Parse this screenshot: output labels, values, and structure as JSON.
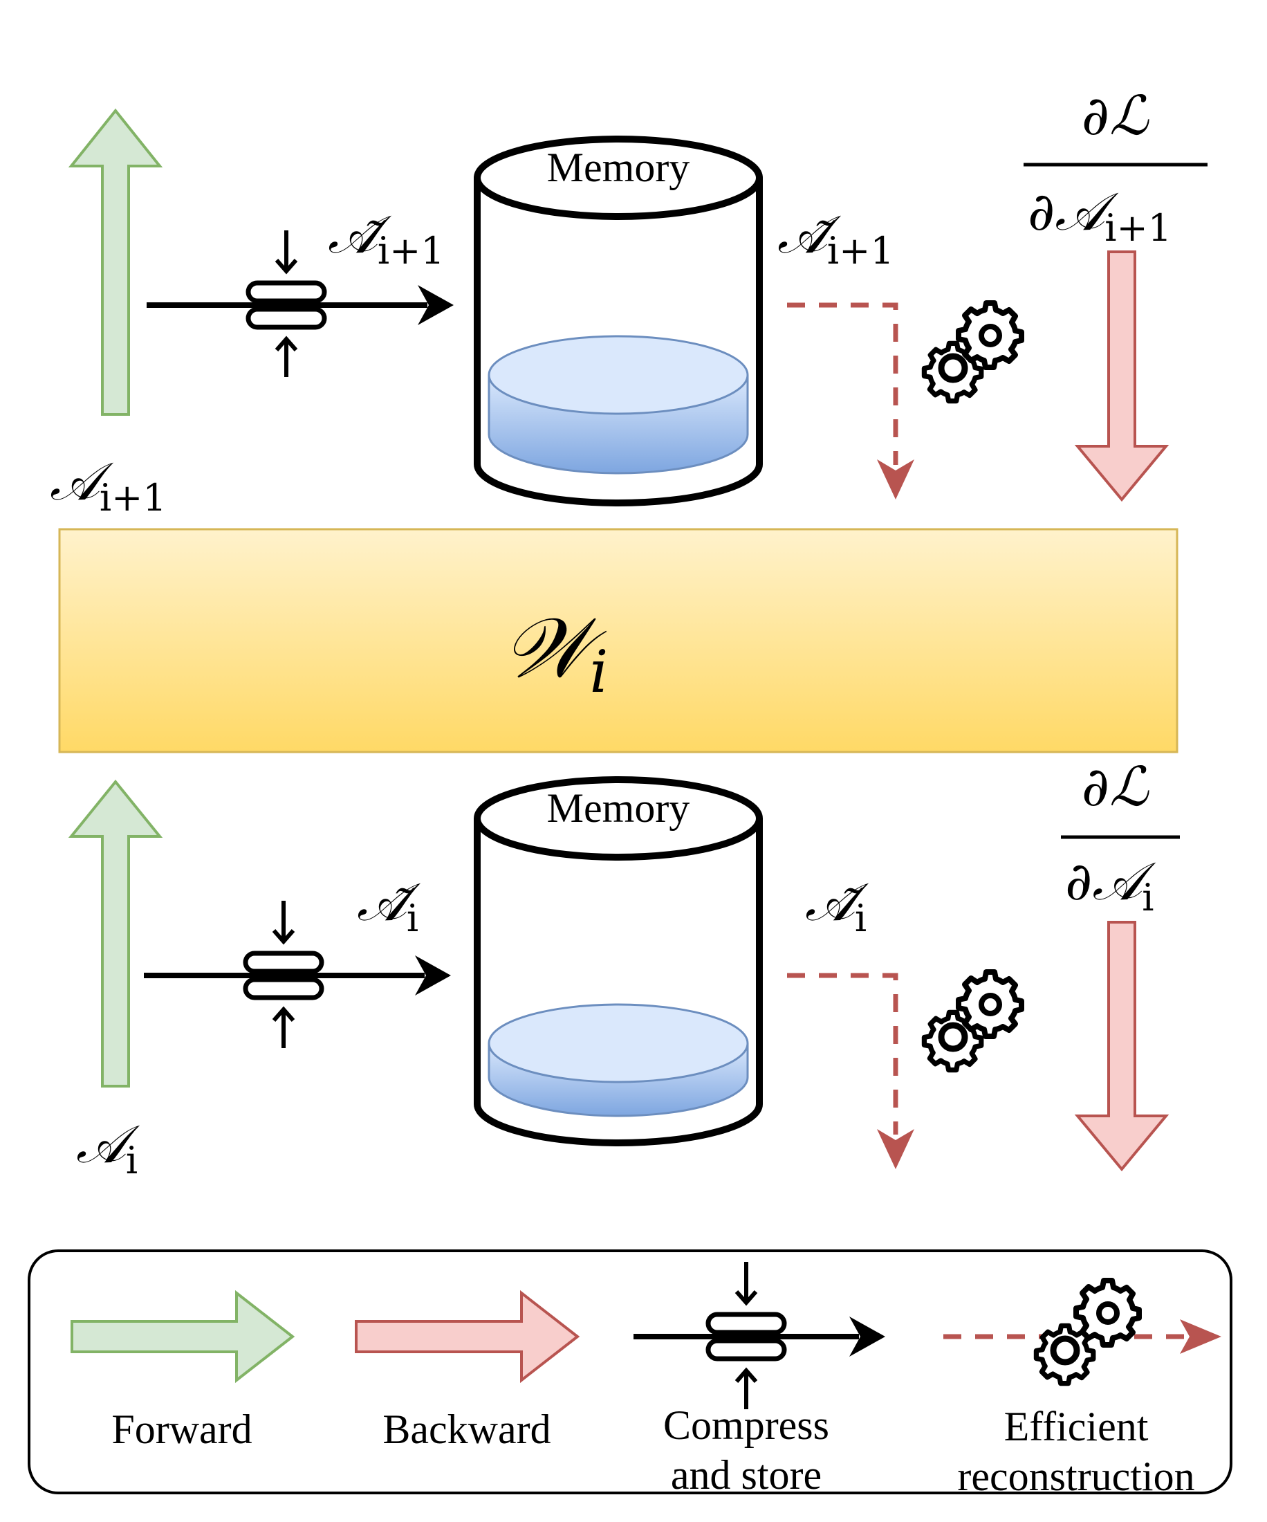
{
  "layer": {
    "label_main": "𝒲",
    "label_sub": "i"
  },
  "top": {
    "memory_label": "Memory",
    "activation_main": "𝒜",
    "activation_sub": "i+1",
    "compressed_main": "𝒜̃",
    "compressed_sub": "i+1",
    "reconstructed_main": "𝒜̃",
    "reconstructed_sub": "i+1",
    "grad_numerator": "∂ℒ",
    "grad_denominator_main": "∂𝒜",
    "grad_denominator_sub": "i+1"
  },
  "bottom": {
    "memory_label": "Memory",
    "activation_main": "𝒜",
    "activation_sub": "i",
    "compressed_main": "𝒜̃",
    "compressed_sub": "i",
    "reconstructed_main": "𝒜̃",
    "reconstructed_sub": "i",
    "grad_numerator": "∂ℒ",
    "grad_denominator_main": "∂𝒜",
    "grad_denominator_sub": "i"
  },
  "legend": {
    "forward_label": "Forward",
    "backward_label": "Backward",
    "compress_line1": "Compress",
    "compress_line2": "and store",
    "reconstruct_line1": "Efficient",
    "reconstruct_line2": "reconstruction"
  },
  "colors": {
    "forward_fill": "#d5e8d4",
    "forward_stroke": "#82b366",
    "backward_fill": "#f8cecc",
    "backward_stroke": "#b85450",
    "dashed_arrow": "#b85450",
    "layer_top": "#fff2cc",
    "layer_bottom": "#ffd966",
    "layer_stroke": "#d6b656",
    "disk_light": "#dae8fc",
    "disk_dark": "#7ea6e0",
    "disk_stroke": "#6c8ebf"
  },
  "icons": {
    "gear": "gears-icon",
    "compress": "compress-icon",
    "memory": "cylinder-icon"
  }
}
